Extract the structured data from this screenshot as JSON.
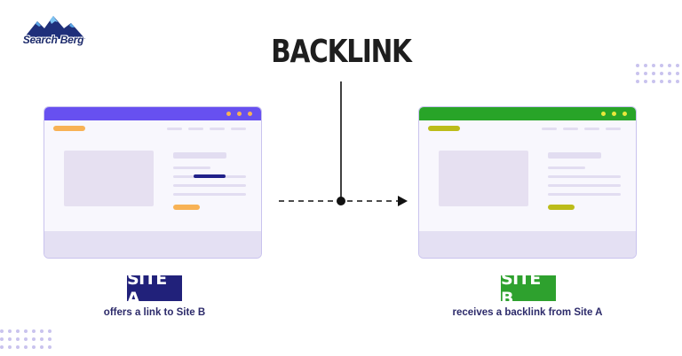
{
  "brand": {
    "logo_text": "Search Berg"
  },
  "title": "BACKLINK",
  "colors": {
    "site_a_primary": "#6750f0",
    "site_a_accent": "#f8b255",
    "site_a_badge": "#21217a",
    "site_b_primary": "#28a428",
    "site_b_accent": "#bcbc1a",
    "site_b_badge": "#2ea12e",
    "link_highlight": "#20208a",
    "dot_grid": "#c9c3ee",
    "caption_text": "#2c2a6a"
  },
  "site_a": {
    "badge": "SITE A",
    "caption": "offers a link to Site B"
  },
  "site_b": {
    "badge": "SITE B",
    "caption": "receives a backlink from Site A"
  },
  "icons": {
    "logo": "mountain-logo-icon",
    "window_controls": "window-dots-icon",
    "arrow": "arrow-right-icon"
  }
}
